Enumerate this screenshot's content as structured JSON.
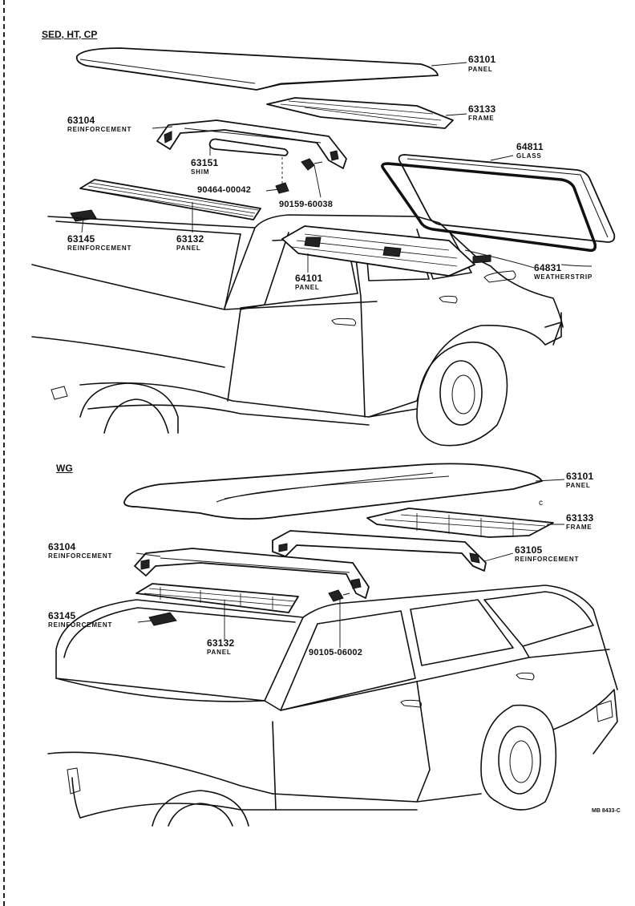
{
  "sections": {
    "top": "SED, HT, CP",
    "bottom": "WG"
  },
  "top_labels": {
    "p63101_num": "63101",
    "p63101_name": "PANEL",
    "p63133_num": "63133",
    "p63133_name": "FRAME",
    "p63104_num": "63104",
    "p63104_name": "REINFORCEMENT",
    "p63151_num": "63151",
    "p63151_name": "SHIM",
    "p90464": "90464-00042",
    "p90159": "90159-60038",
    "p64811_num": "64811",
    "p64811_name": "GLASS",
    "p63145_num": "63145",
    "p63145_name": "REINFORCEMENT",
    "p63132_num": "63132",
    "p63132_name": "PANEL",
    "p64101_num": "64101",
    "p64101_name": "PANEL",
    "p64831_num": "64831",
    "p64831_name": "WEATHERSTRIP"
  },
  "bottom_labels": {
    "p63101_num": "63101",
    "p63101_name": "PANEL",
    "p63133_num": "63133",
    "p63133_name": "FRAME",
    "p63104_num": "63104",
    "p63104_name": "REINFORCEMENT",
    "p63105_num": "63105",
    "p63105_name": "REINFORCEMENT",
    "p63145_num": "63145",
    "p63145_name": "REINFORCEMENT",
    "p63132_num": "63132",
    "p63132_name": "PANEL",
    "p90105": "90105-06002"
  },
  "figure_code": "MB 8433-C"
}
